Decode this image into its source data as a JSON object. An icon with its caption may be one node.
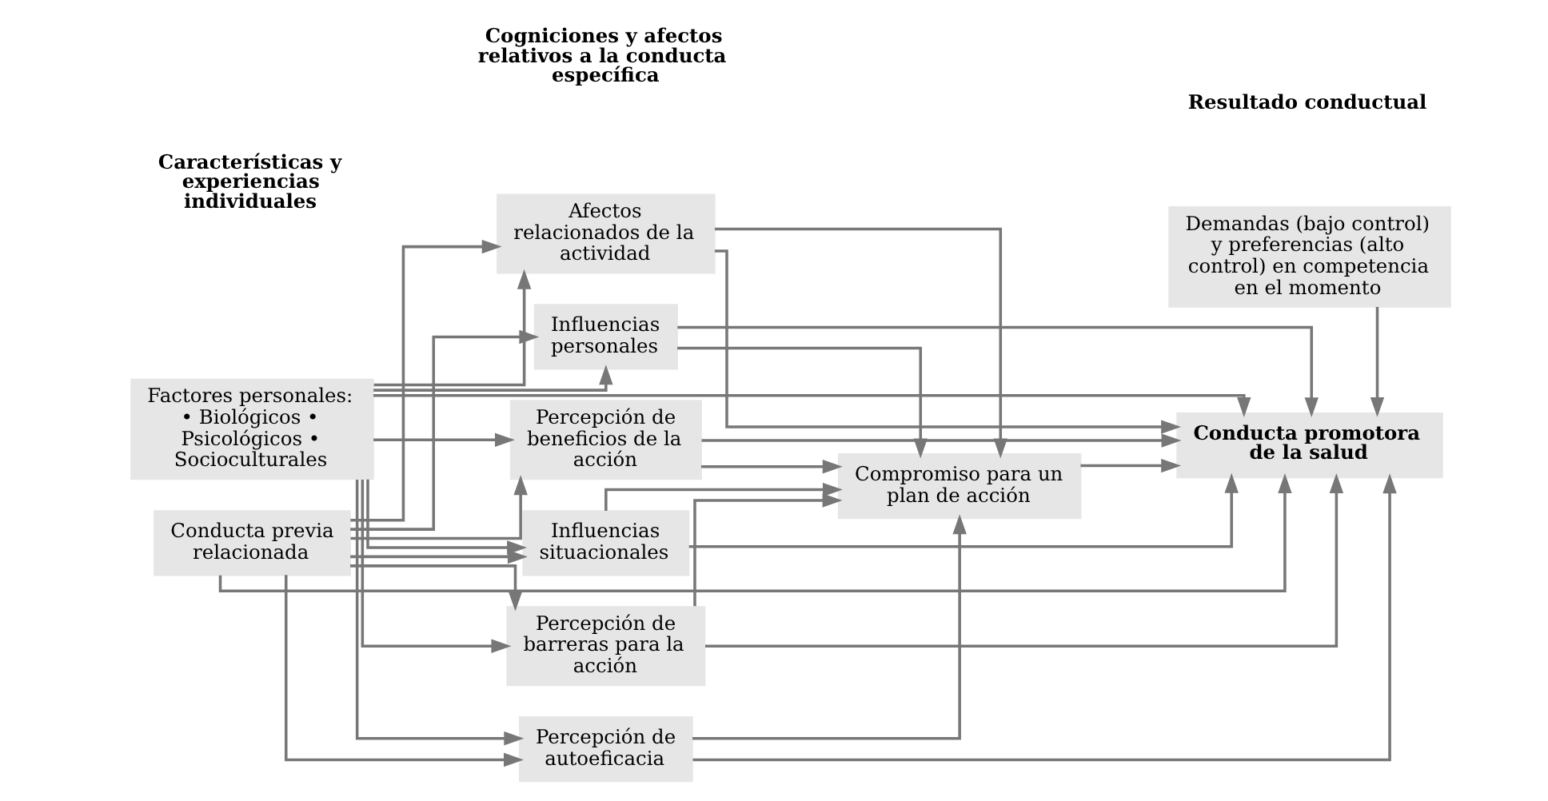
{
  "diagram": {
    "nodes": [
      {
        "text": [
          "Conducta previa relacionada"
        ]
      },
      {
        "text": [
          "Factores personales: • Biológicos • Psicológicos • Socioculturales"
        ]
      },
      {
        "text": [
          "Percepción de beneficios de la acción"
        ]
      },
      {
        "text": [
          "Percepción de barreras para la acción"
        ]
      },
      {
        "text": [
          "Percepción de autoeficacia"
        ]
      },
      {
        "text": [
          "Afectos relacionados de la actividad"
        ]
      },
      {
        "text": [
          "Influencias personales"
        ]
      },
      {
        "text": [
          "Influencias situacionales"
        ]
      },
      {
        "text": [
          "Compromiso para un plan de acción"
        ]
      },
      {
        "text": [
          "Demandas (bajo control) y preferencias (alto control) en competencia en el momento"
        ]
      },
      {
        "text": [
          "Conducta promotora de la salud"
        ]
      }
    ],
    "edges": [
      {
        "from": 0,
        "to": 2,
        "arrow": "to"
      },
      {
        "from": 0,
        "to": 3,
        "arrow": "to"
      },
      {
        "from": 0,
        "to": 4,
        "arrow": "to"
      },
      {
        "from": 0,
        "to": 5,
        "arrow": "to"
      },
      {
        "from": 0,
        "to": 6,
        "arrow": "to"
      },
      {
        "from": 0,
        "to": 7,
        "arrow": "to"
      },
      {
        "from": 0,
        "to": 10,
        "arrow": "to"
      },
      {
        "from": 1,
        "to": 2,
        "arrow": "to"
      },
      {
        "from": 1,
        "to": 3,
        "arrow": "to"
      },
      {
        "from": 1,
        "to": 4,
        "arrow": "to"
      },
      {
        "from": 1,
        "to": 5,
        "arrow": "to"
      },
      {
        "from": 1,
        "to": 6,
        "arrow": "to"
      },
      {
        "from": 1,
        "to": 7,
        "arrow": "to"
      },
      {
        "from": 1,
        "to": 10,
        "arrow": "to"
      },
      {
        "from": 2,
        "to": 10,
        "arrow": "to"
      },
      {
        "from": 3,
        "to": 10,
        "arrow": "to"
      },
      {
        "from": 4,
        "to": 10,
        "arrow": "to"
      },
      {
        "from": 5,
        "to": 10,
        "arrow": "to"
      },
      {
        "from": 2,
        "to": 8,
        "arrow": "to"
      },
      {
        "from": 3,
        "to": 8,
        "arrow": "to"
      },
      {
        "from": 4,
        "to": 8,
        "arrow": "to"
      },
      {
        "from": 5,
        "to": 8,
        "arrow": "to"
      },
      {
        "from": 6,
        "to": 8,
        "arrow": "to"
      },
      {
        "from": 7,
        "to": 8,
        "arrow": "to"
      },
      {
        "from": 6,
        "to": 10,
        "arrow": "to"
      },
      {
        "from": 7,
        "to": 10,
        "arrow": "to"
      },
      {
        "from": 8,
        "to": 10,
        "arrow": "to"
      },
      {
        "from": 9,
        "to": 10,
        "arrow": "to"
      }
    ],
    "labels": [
      "Características y experiencias individuales",
      "Cogniciones y afectos relativos a la conducta específica",
      "Resultado conductual"
    ]
  }
}
